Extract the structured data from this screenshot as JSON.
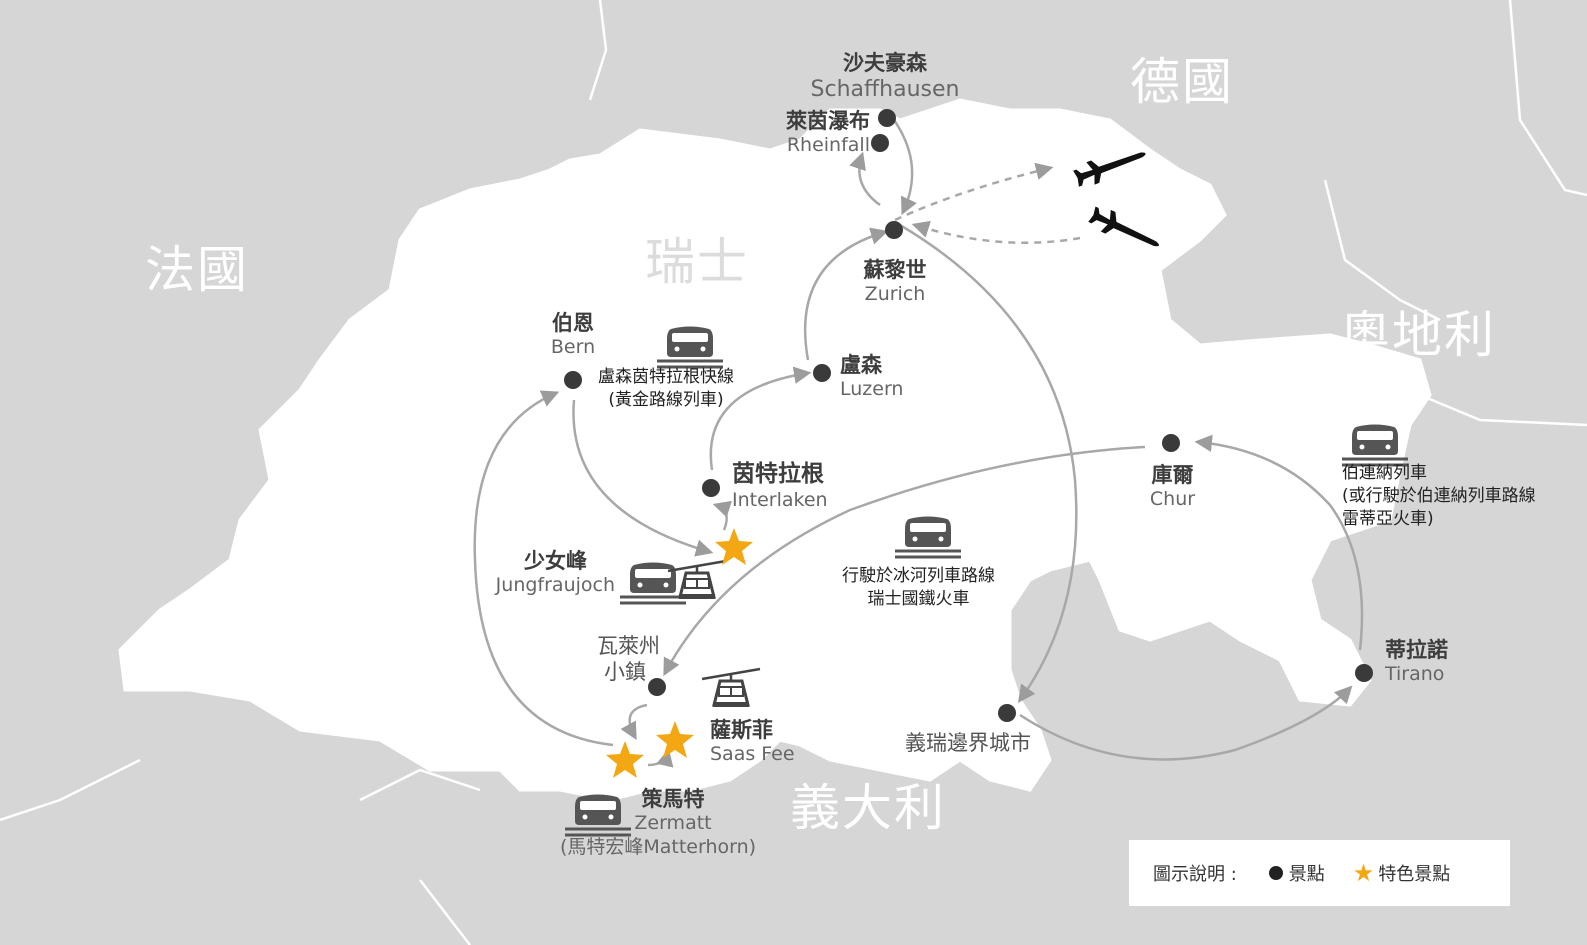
{
  "countries": {
    "germany": "德國",
    "france": "法國",
    "switzerland": "瑞士",
    "austria": "奧地利",
    "italy": "義大利"
  },
  "places": {
    "schaffhausen": {
      "cn": "沙夫豪森",
      "en": "Schaffhausen"
    },
    "rheinfall": {
      "cn": "萊茵瀑布",
      "en": "Rheinfall"
    },
    "zurich": {
      "cn": "蘇黎世",
      "en": "Zurich"
    },
    "bern": {
      "cn": "伯恩",
      "en": "Bern"
    },
    "luzern": {
      "cn": "盧森",
      "en": "Luzern"
    },
    "interlaken": {
      "cn": "茵特拉根",
      "en": "Interlaken"
    },
    "jungfraujoch": {
      "cn": "少女峰",
      "en": "Jungfraujoch"
    },
    "chur": {
      "cn": "庫爾",
      "en": "Chur"
    },
    "tirano": {
      "cn": "蒂拉諾",
      "en": "Tirano"
    },
    "valais": {
      "line1": "瓦萊州",
      "line2": "小鎮"
    },
    "saasfee": {
      "cn": "薩斯菲",
      "en": "Saas Fee"
    },
    "zermatt": {
      "cn": "策馬特",
      "en": "Zermatt",
      "extra": "(馬特宏峰Matterhorn)"
    },
    "border": {
      "cn": "義瑞邊界城市"
    }
  },
  "notes": {
    "golden_pass": {
      "line1": "盧森茵特拉根快線",
      "line2": "(黃金路線列車)"
    },
    "glacier": {
      "line1": "行駛於冰河列車路線",
      "line2": "瑞士國鐵火車"
    },
    "bernina": {
      "line1": "伯連納列車",
      "line2": "(或行駛於伯連納列車路線",
      "line3": "雷蒂亞火車)"
    }
  },
  "legend": {
    "title": "圖示說明 :",
    "dot_label": "景點",
    "star_label": "特色景點"
  },
  "colors": {
    "land": "#ffffff",
    "neighbors": "#d6d6d6",
    "route": "#a8a8a8",
    "star": "#f3a712",
    "dot": "#3a3a3a"
  },
  "icons": [
    "train-icon",
    "cable-car-icon",
    "airplane-icon",
    "star-icon",
    "dot-icon"
  ]
}
